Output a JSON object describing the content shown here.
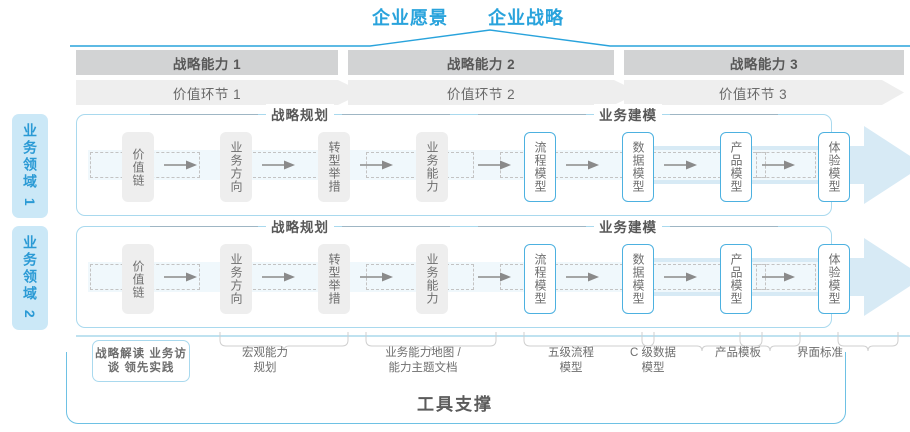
{
  "header": {
    "vision_titles": [
      "企业愿景",
      "企业战略"
    ],
    "capabilities": [
      "战略能力 1",
      "战略能力 2",
      "战略能力 3"
    ],
    "value_chains": [
      "价值环节 1",
      "价值环节 2",
      "价值环节 3"
    ]
  },
  "domains": [
    {
      "label": "业务领域 1"
    },
    {
      "label": "业务领域 2"
    }
  ],
  "sections": {
    "planning_title": "战略规划",
    "modeling_title": "业务建模"
  },
  "nodes": {
    "planning": [
      "价值链",
      "业务方向",
      "转型举措",
      "业务能力"
    ],
    "modeling": [
      "流程模型",
      "数据模型",
      "产品模型",
      "体验模型"
    ]
  },
  "tools": {
    "box": "战略解读\n业务访谈\n领先实践",
    "labels": [
      "宏观能力\n规划",
      "业务能力地图 /\n能力主题文档",
      "五级流程\n模型",
      "C 级数据\n模型",
      "产品模板",
      "界面标准"
    ],
    "support_title": "工具支撑"
  },
  "colors": {
    "accent_blue": "#29a3dc",
    "node_blue_border": "#4db1e0",
    "band_border": "#a9d9ee",
    "cap_bar": "#d2d3d4",
    "vc_bar": "#eeeeee",
    "domain_bg": "#cbe8f7",
    "text_gray": "#6e6e6e"
  }
}
